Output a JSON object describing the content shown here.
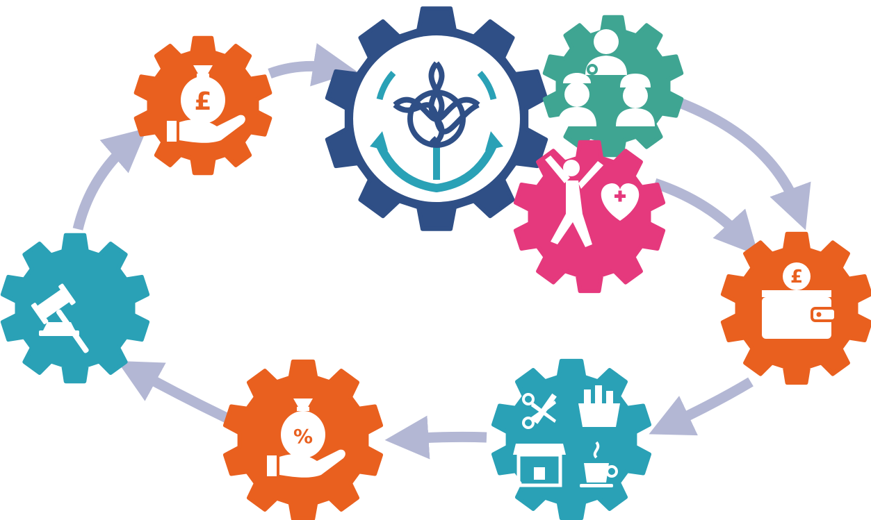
{
  "colors": {
    "orange": "#e9601f",
    "navy": "#2f4f86",
    "teal": "#2aa1b6",
    "green": "#3fa592",
    "pink": "#e5397d",
    "arrow": "#b3b7d4",
    "white": "#ffffff"
  },
  "gears": [
    {
      "id": "anchor-gear",
      "color": "navy",
      "icon": "celtic-knot-anchor-icon"
    },
    {
      "id": "money-gear",
      "color": "orange",
      "icon": "money-bag-hand-icon"
    },
    {
      "id": "workers-gear",
      "color": "green",
      "icon": "workers-icon"
    },
    {
      "id": "health-gear",
      "color": "pink",
      "icon": "jumping-person-heart-icon"
    },
    {
      "id": "wallet-gear",
      "color": "orange",
      "icon": "wallet-coin-icon"
    },
    {
      "id": "shops-gear",
      "color": "teal",
      "icon": "local-shops-icon"
    },
    {
      "id": "interest-gear",
      "color": "orange",
      "icon": "percent-bag-hand-icon"
    },
    {
      "id": "gavel-gear",
      "color": "teal",
      "icon": "gavel-icon"
    }
  ],
  "labels": {
    "pound": "£",
    "percent": "%"
  }
}
